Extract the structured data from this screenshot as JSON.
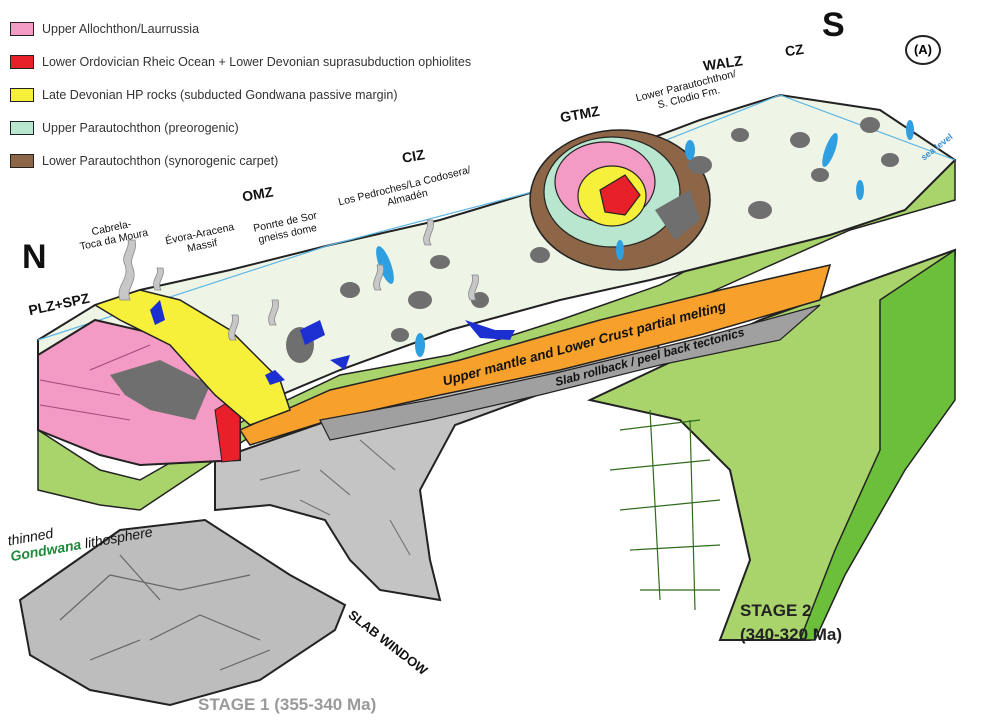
{
  "legend": [
    {
      "label": "Upper Allochthon/Laurrussia",
      "color": "#f39ac5"
    },
    {
      "label": "Lower Ordovician Rheic Ocean + Lower Devonian suprasubduction ophiolites",
      "color": "#e8202a"
    },
    {
      "label": "Late Devonian HP rocks (subducted Gondwana passive margin)",
      "color": "#f7f03a"
    },
    {
      "label": "Upper Parautochthon (preorogenic)",
      "color": "#b8e6cf"
    },
    {
      "label": "Lower Parautochthon (synorogenic carpet)",
      "color": "#8c6646"
    }
  ],
  "directions": {
    "north": "N",
    "south": "S"
  },
  "panel_label": "(A)",
  "zones": {
    "plz": "PLZ+SPZ",
    "omz": "OMZ",
    "ciz": "CIZ",
    "gtmz": "GTMZ",
    "walz": "WALZ",
    "cz": "CZ"
  },
  "places": {
    "cabrela": "Cabrela-\nToca da Moura",
    "evora": "Évora-Aracena\nMassif",
    "ponte": "Ponrte de Sor\ngneiss dome",
    "pedroches": "Los Pedroches/La Codosera/\nAlmadén",
    "lower_para": "Lower Parautochthon/\nS. Clodio Fm."
  },
  "annotations": {
    "sea_level": "sea level",
    "partial_melting": "Upper mantle and Lower Crust partial melting",
    "slab_rollback": "Slab rollback / peel back tectonics",
    "slab_window": "SLAB WINDOW",
    "thinned": "thinned",
    "gondwana": "Gondwana",
    "lithosphere": " lithosphere"
  },
  "stages": {
    "stage1": "STAGE 1 (355-340 Ma)",
    "stage2_title": "STAGE 2",
    "stage2_age": "(340-320 Ma)"
  },
  "colors": {
    "green_mantle": "#a9d46b",
    "green_dark": "#6bbf3a",
    "orange_melt": "#f7a12c",
    "grey_slab": "#bdbdbd",
    "pale_crust": "#eef5e6",
    "blue_intrusion": "#2e9fe0",
    "dark_blue": "#1c2fd0",
    "gondwana_text": "#1e8a3a",
    "sea_level_text": "#3a8fd0"
  }
}
